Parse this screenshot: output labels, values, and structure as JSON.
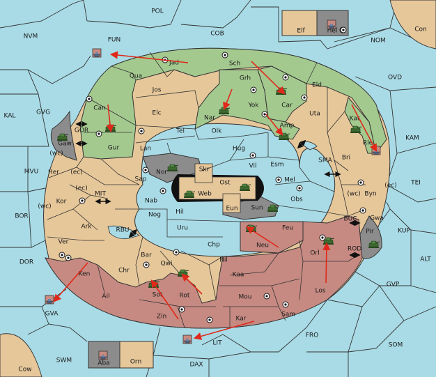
{
  "title": "",
  "colors": {
    "sea": "#a9dbe6",
    "neutral_land": "#e6c79a",
    "green_power": "#a4c98f",
    "red_power": "#c68a82",
    "gray_power": "#8c8c8c",
    "center_island": "#888888",
    "order_arrow": "#e0291a"
  },
  "sea_provinces": [
    "POL",
    "NVM",
    "FUN",
    "COB",
    "NOM",
    "Con",
    "OVD",
    "KAL",
    "GVG",
    "KAM",
    "MVU",
    "TEI",
    "BOR",
    "KUP",
    "DOR",
    "ALT",
    "GVP",
    "GVA",
    "SWM",
    "LIT",
    "FRO",
    "SOM",
    "DAX",
    "Cow",
    "SMA",
    "MIT",
    "RBU",
    "BUC",
    "ROD",
    "GOR"
  ],
  "coast_labels": [
    "(wc)",
    "(ec)",
    "(ec)",
    "(wc)",
    "(wc)",
    "(ec)"
  ],
  "land_provinces": {
    "green": [
      "Jad",
      "Sch",
      "Qua",
      "Grh",
      "Eld",
      "Can",
      "Car",
      "Nar",
      "Yok",
      "Uta",
      "Kat",
      "Amp",
      "Gur",
      "Rle"
    ],
    "neutral": [
      "Jos",
      "Elc",
      "Tel",
      "Olk",
      "Lan",
      "Hug",
      "Vil",
      "Esm",
      "Bri",
      "Sap",
      "Skr",
      "Ost",
      "Mel",
      "Byn",
      "Nab",
      "Web",
      "Obs",
      "Kor",
      "Hil",
      "Eun",
      "Gwa",
      "Her",
      "Nog",
      "Uru",
      "Ark",
      "Chp",
      "Ver",
      "Bar",
      "Nil",
      "Qwi",
      "Chr",
      "Mou",
      "Elf",
      "Orn"
    ],
    "red": [
      "Feu",
      "Neu",
      "Orl",
      "Ken",
      "Kaa",
      "Rot",
      "Sot",
      "Ail",
      "Los",
      "Zin",
      "Kar",
      "Sam"
    ],
    "gray": [
      "Gaw",
      "Nor",
      "Sun",
      "Pir",
      "Hel",
      "Aba"
    ]
  },
  "units": {
    "armies": [
      "Car",
      "Nar",
      "Amp",
      "Kat",
      "Gur",
      "Gaw",
      "Nor",
      "Web",
      "Ost",
      "Sun",
      "Neu",
      "Orl",
      "Pir",
      "Rot",
      "Sot"
    ],
    "fleets": [
      "FUN",
      "GVA",
      "LIT",
      "Rle",
      "Hel",
      "Aba"
    ]
  },
  "supply_centers": [
    "Jad",
    "Sch",
    "Grh",
    "Can",
    "Car",
    "Yok",
    "Eld",
    "Gur",
    "Tel",
    "Vil",
    "Mel",
    "Byn",
    "Kor",
    "Nab",
    "Sap",
    "Obs",
    "Ver",
    "Gwa",
    "Neu",
    "Orl",
    "Ken",
    "Qwi",
    "Mou",
    "Sam",
    "Kar",
    "Zin",
    "Sot",
    "NOM",
    "Hel"
  ]
}
